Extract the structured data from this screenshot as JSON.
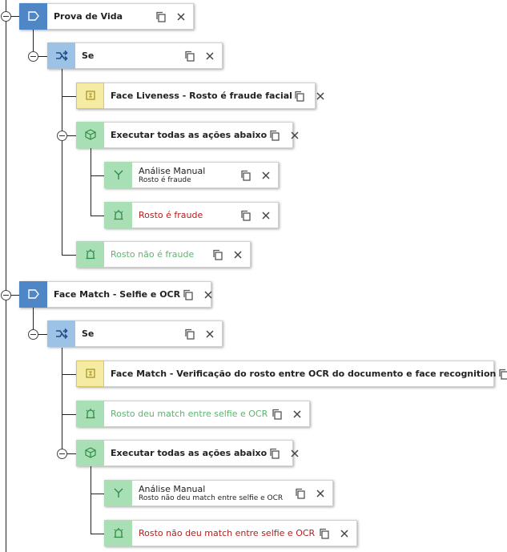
{
  "nodes": {
    "prova_de_vida": {
      "label": "Prova de Vida"
    },
    "se_1": {
      "label": "Se"
    },
    "face_liveness": {
      "label": "Face Liveness - Rosto é fraude facial"
    },
    "executar_1": {
      "label": "Executar todas as ações abaixo"
    },
    "analise_1": {
      "label": "Análise Manual",
      "sublabel": "Rosto é fraude"
    },
    "rosto_fraude": {
      "label": "Rosto é fraude"
    },
    "rosto_nao_fraude": {
      "label": "Rosto não é fraude"
    },
    "face_match_group": {
      "label": "Face Match - Selfie e OCR"
    },
    "se_2": {
      "label": "Se"
    },
    "face_match_cond": {
      "label": "Face Match - Verificação do rosto entre OCR do documento e face recognition"
    },
    "rosto_match": {
      "label": "Rosto deu match entre selfie e OCR"
    },
    "executar_2": {
      "label": "Executar todas as ações abaixo"
    },
    "analise_2": {
      "label": "Análise Manual",
      "sublabel": "Rosto não deu match entre selfie e OCR"
    },
    "rosto_nao_match": {
      "label": "Rosto não deu match entre selfie e OCR"
    }
  },
  "icons": {
    "group": "tag-icon",
    "condition": "branch-arrows-icon",
    "check": "frame-icon",
    "execute": "cube-icon",
    "manual": "fork-icon",
    "alert": "alarm-icon",
    "copy": "copy-icon",
    "close": "close-icon"
  },
  "colors": {
    "group": "#4f86c6",
    "condition": "#9cc3e6",
    "check": "#f5eba3",
    "action": "#a9dfb5",
    "negative_text": "#b32020",
    "positive_text": "#5bb66e"
  }
}
